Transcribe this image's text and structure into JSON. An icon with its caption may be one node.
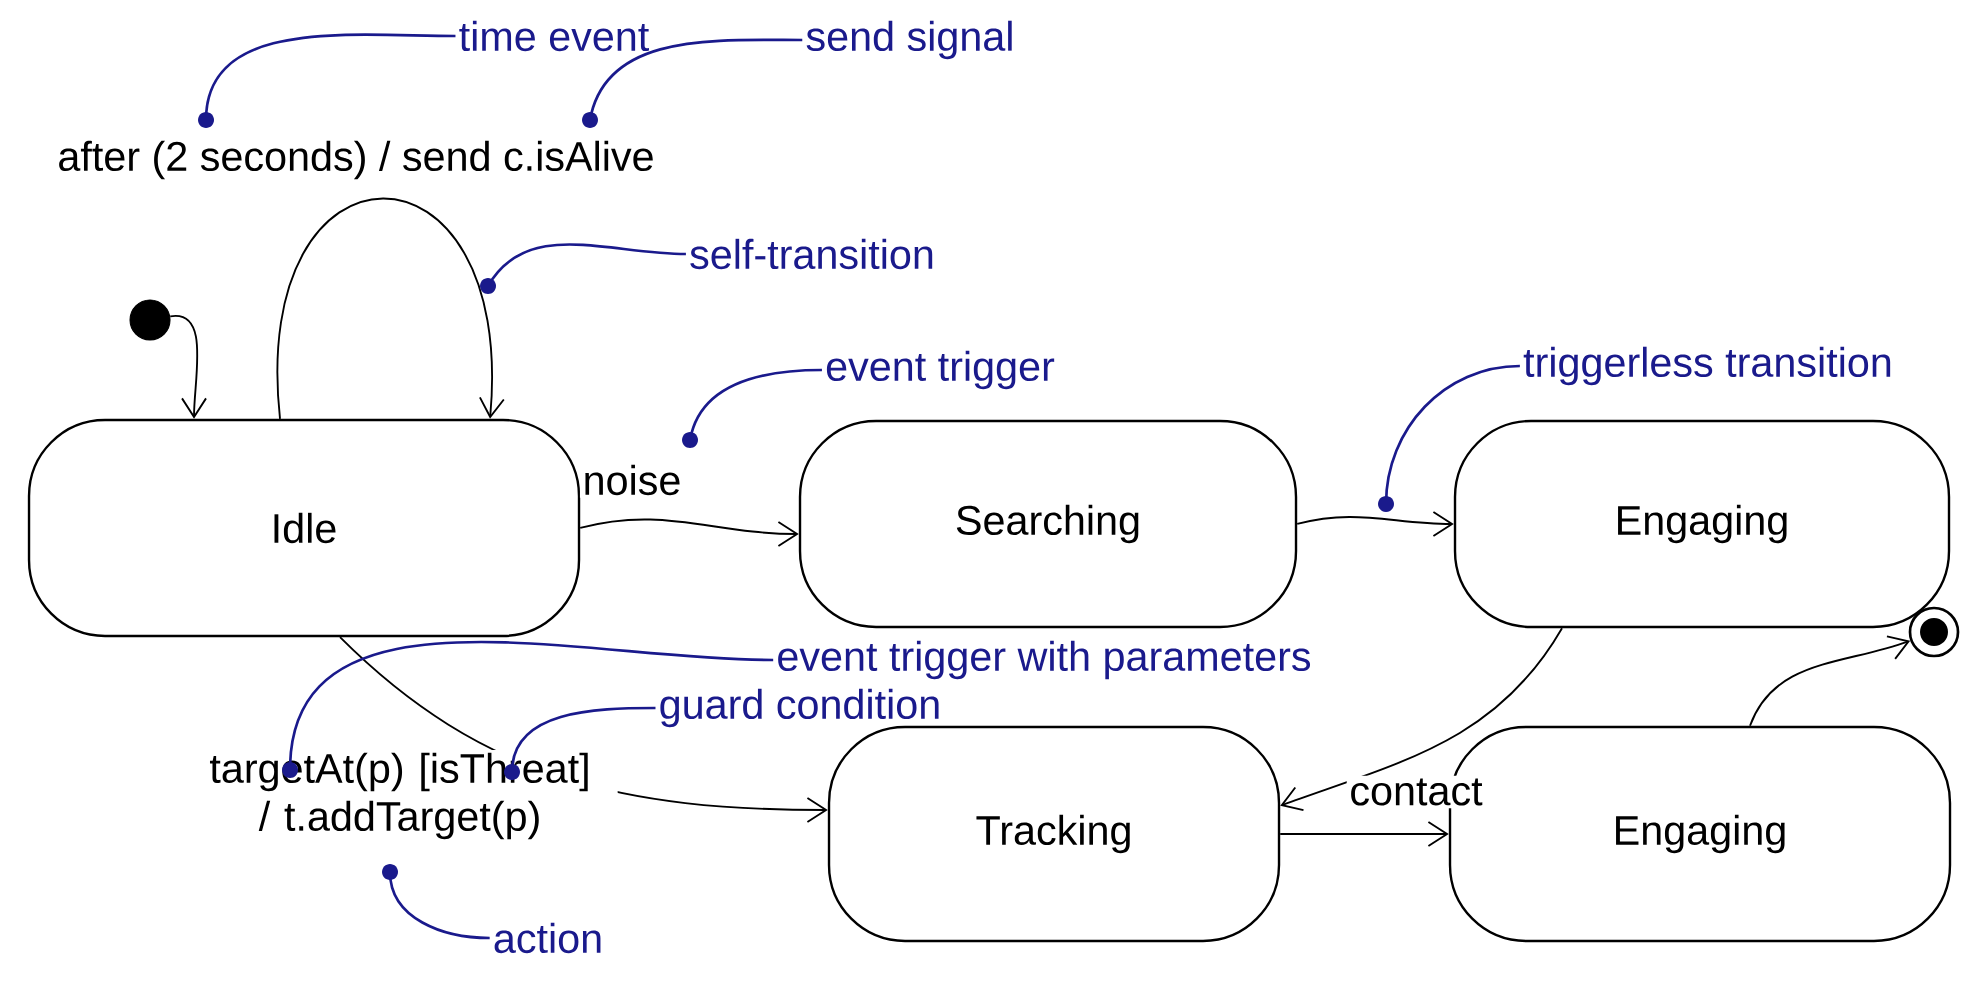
{
  "diagram": {
    "nodes": [
      {
        "text": [],
        "shape": "circle"
      },
      {
        "text": [
          "Idle"
        ]
      },
      {
        "text": [
          "Searching"
        ]
      },
      {
        "text": [
          "Engaging"
        ]
      },
      {
        "text": [
          "Tracking"
        ]
      },
      {
        "text": [
          "Engaging"
        ]
      },
      {
        "text": [],
        "shape": "circle"
      },
      {
        "text": [
          "time event"
        ]
      },
      {
        "text": [
          "send signal"
        ]
      },
      {
        "text": [
          "self-transition"
        ]
      },
      {
        "text": [
          "event trigger"
        ]
      },
      {
        "text": [
          "triggerless transition"
        ]
      },
      {
        "text": [
          "event trigger with parameters"
        ]
      },
      {
        "text": [
          "guard condition"
        ]
      },
      {
        "text": [
          "action"
        ]
      }
    ],
    "edges": [
      {
        "from": 0,
        "to": 1,
        "arrow": "to"
      },
      {
        "from": 1,
        "to": 1,
        "arrow": "to",
        "label": "after (2 seconds) / send c.isAlive"
      },
      {
        "from": 1,
        "to": 2,
        "arrow": "to",
        "label": "noise"
      },
      {
        "from": 2,
        "to": 3,
        "arrow": "to"
      },
      {
        "from": 3,
        "to": 4,
        "arrow": "to"
      },
      {
        "from": 1,
        "to": 4,
        "arrow": "to",
        "label": "targetAt(p) [isThreat] / t.addTarget(p)"
      },
      {
        "from": 4,
        "to": 5,
        "arrow": "to",
        "label": "contact"
      },
      {
        "from": 5,
        "to": 6,
        "arrow": "to"
      },
      {
        "from": 7,
        "to": null,
        "arrow": "other",
        "color": "#1a1a8c"
      },
      {
        "from": 8,
        "to": null,
        "arrow": "other",
        "color": "#1a1a8c"
      },
      {
        "from": 9,
        "to": null,
        "arrow": "other",
        "color": "#1a1a8c"
      },
      {
        "from": 10,
        "to": null,
        "arrow": "other",
        "color": "#1a1a8c"
      },
      {
        "from": 11,
        "to": null,
        "arrow": "other",
        "color": "#1a1a8c"
      },
      {
        "from": 12,
        "to": null,
        "arrow": "other",
        "color": "#1a1a8c"
      },
      {
        "from": 13,
        "to": null,
        "arrow": "other",
        "color": "#1a1a8c"
      },
      {
        "from": 14,
        "to": null,
        "arrow": "other",
        "color": "#1a1a8c"
      }
    ]
  }
}
